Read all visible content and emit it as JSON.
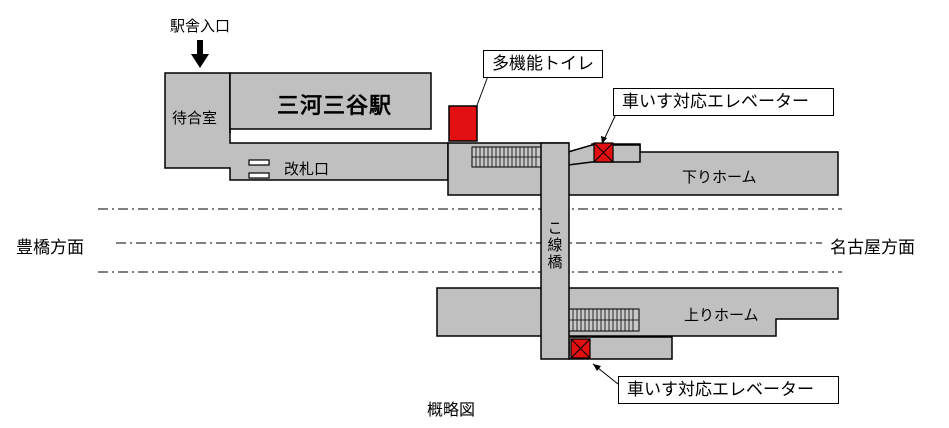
{
  "diagram": {
    "entrance_label": "駅舎入口",
    "station_name": "三河三谷駅",
    "waiting_room": "待合室",
    "ticket_gate": "改札口",
    "multipurpose_toilet": "多機能トイレ",
    "elevator_top": "車いす対応エレベーター",
    "elevator_bottom": "車いす対応エレベーター",
    "down_platform": "下りホーム",
    "up_platform": "上りホーム",
    "bridge_chars": [
      "こ",
      "線",
      "橋"
    ],
    "direction_left": "豊橋方面",
    "direction_right": "名古屋方面",
    "caption": "概略図"
  },
  "colors": {
    "building_fill": "#c0c0c0",
    "elevator_red": "#e21010",
    "toilet_red": "#e21010",
    "outline": "#000000"
  }
}
